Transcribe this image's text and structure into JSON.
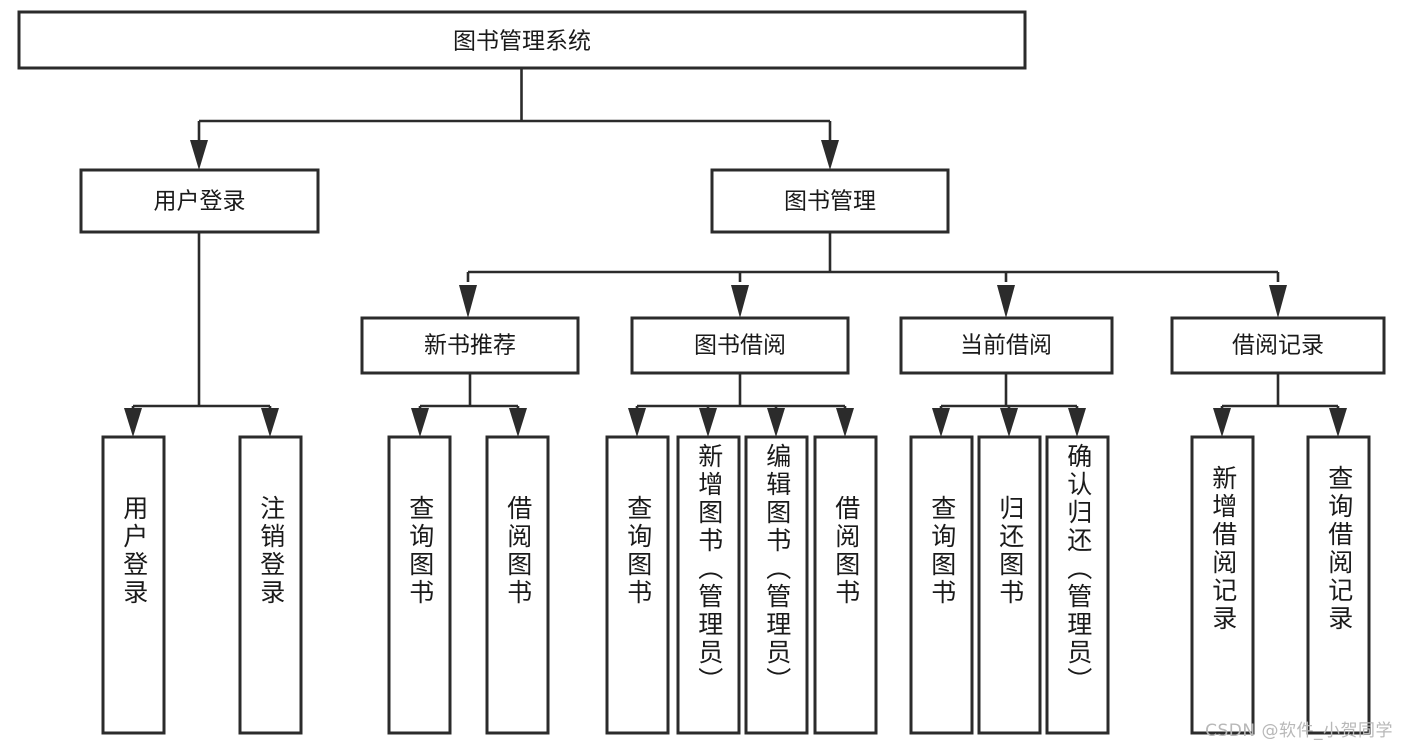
{
  "diagram": {
    "type": "tree-hierarchy",
    "title": "图书管理系统",
    "watermark": "CSDN @软件_小贺同学",
    "colors": {
      "background": "#ffffff",
      "box_stroke": "#2b2b2b",
      "box_fill": "#ffffff",
      "text": "#1a1a1a",
      "connector": "#2b2b2b",
      "watermark": "#b8b8b8"
    },
    "levels": {
      "root": {
        "label": "图书管理系统"
      },
      "level2": [
        {
          "label": "用户登录"
        },
        {
          "label": "图书管理"
        }
      ],
      "level3": [
        {
          "label": "新书推荐"
        },
        {
          "label": "图书借阅"
        },
        {
          "label": "当前借阅"
        },
        {
          "label": "借阅记录"
        }
      ]
    },
    "leaves": {
      "user_login": [
        {
          "label": "用户登录"
        },
        {
          "label": "注销登录"
        }
      ],
      "new_book": [
        {
          "label": "查询图书"
        },
        {
          "label": "借阅图书"
        }
      ],
      "book_borrow": [
        {
          "label": "查询图书"
        },
        {
          "label": "新增图书（管理员）"
        },
        {
          "label": "编辑图书（管理员）"
        },
        {
          "label": "借阅图书"
        }
      ],
      "current_borrow": [
        {
          "label": "查询图书"
        },
        {
          "label": "归还图书"
        },
        {
          "label": "确认归还（管理员）"
        }
      ],
      "borrow_record": [
        {
          "label": "新增借阅记录"
        },
        {
          "label": "查询借阅记录"
        }
      ]
    }
  }
}
